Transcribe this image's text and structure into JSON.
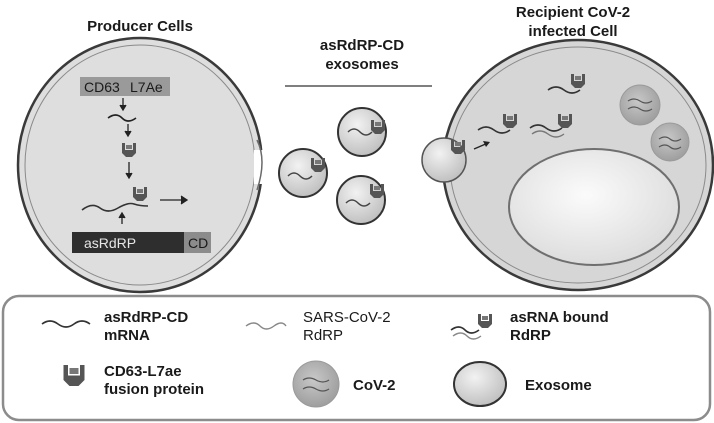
{
  "producer": {
    "title": "Producer Cells",
    "top_gene_a": "CD63",
    "top_gene_b": "L7Ae",
    "bottom_gene_a": "asRdRP",
    "bottom_gene_b": "CD"
  },
  "exosomes": {
    "title_line1": "asRdRP-CD",
    "title_line2": "exosomes"
  },
  "recipient": {
    "title_line1": "Recipient CoV-2",
    "title_line2": "infected Cell"
  },
  "legend": {
    "item1_line1": "asRdRP-CD",
    "item1_line2": "mRNA",
    "item2_line1": "SARS-CoV-2",
    "item2_line2": "RdRP",
    "item3_line1": "asRNA bound",
    "item3_line2": "RdRP",
    "item4_line1": "CD63-L7ae",
    "item4_line2": "fusion protein",
    "item5": "CoV-2",
    "item6": "Exosome"
  },
  "colors": {
    "cell_fill": "#d9d9d9",
    "cell_stroke": "#4a4a4a",
    "box_fill": "#9a9a9a",
    "dark_box": "#333333",
    "protein": "#555555"
  }
}
